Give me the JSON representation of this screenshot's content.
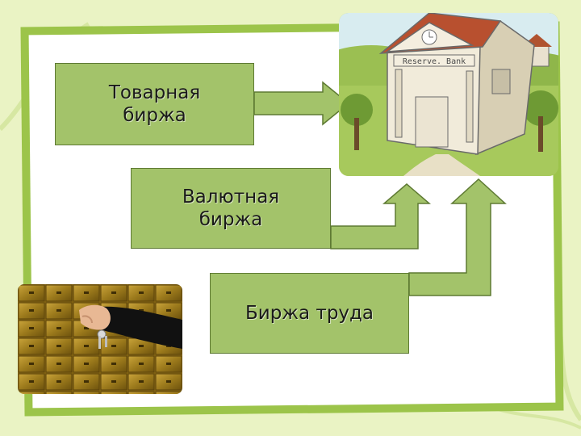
{
  "boxes": [
    {
      "label": "Товарная\nбиржа"
    },
    {
      "label": "Валютная\nбиржа"
    },
    {
      "label": "Биржа труда"
    }
  ],
  "images": {
    "bank_sign": "Reserve. Bank"
  },
  "colors": {
    "box_fill": "#a3c36a",
    "box_border": "#5e7a33",
    "frame": "#9cc44a",
    "background": "#eaf3c4"
  }
}
